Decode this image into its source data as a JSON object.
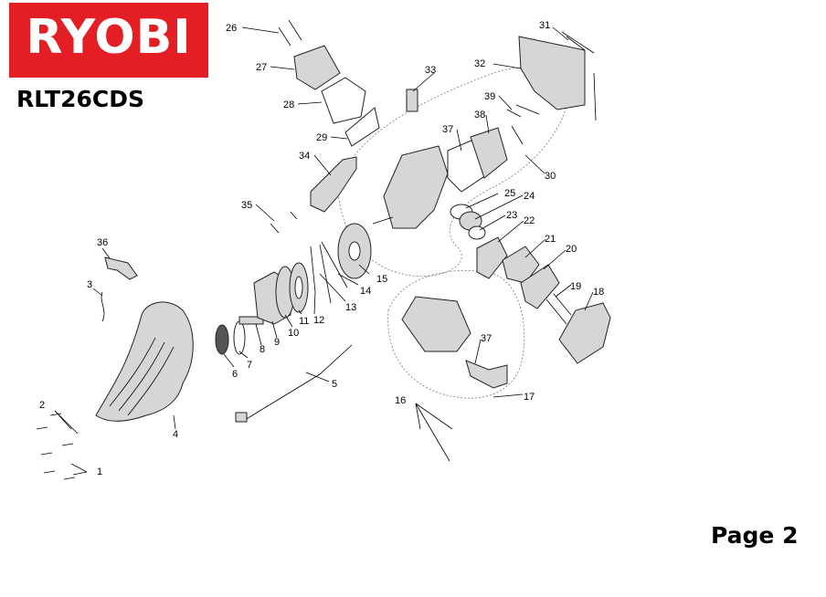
{
  "brand": {
    "logo_text": "RYOBI",
    "color": "#e31e24"
  },
  "model": "RLT26CDS",
  "page": "Page 2",
  "callouts": [
    "1",
    "2",
    "3",
    "4",
    "5",
    "6",
    "7",
    "8",
    "9",
    "10",
    "11",
    "12",
    "13",
    "14",
    "15",
    "16",
    "17",
    "18",
    "19",
    "20",
    "21",
    "22",
    "23",
    "24",
    "25",
    "26",
    "27",
    "28",
    "29",
    "30",
    "31",
    "32",
    "33",
    "34",
    "35",
    "36",
    "37",
    "38",
    "39"
  ]
}
